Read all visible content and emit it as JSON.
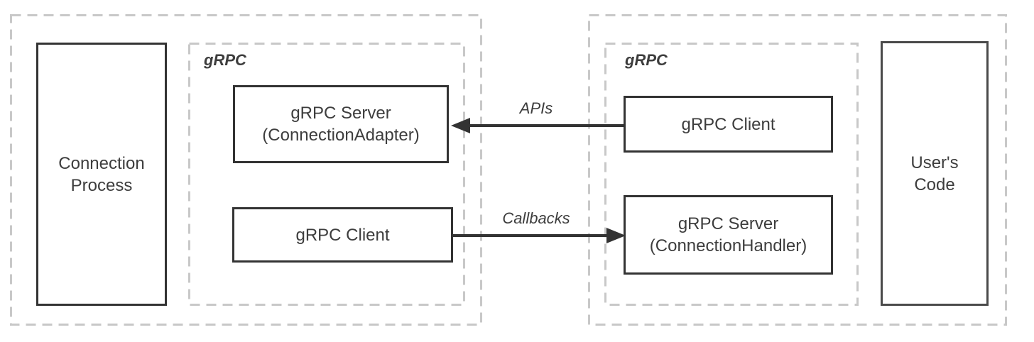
{
  "diagram": {
    "type": "architecture-diagram",
    "colors": {
      "background": "#ffffff",
      "solid_border": "#333333",
      "users_code_border": "#4a4a4a",
      "dashed_border": "#c8c8c8",
      "text": "#3d3d3d",
      "arrow": "#333333"
    },
    "groups": {
      "left_grpc": {
        "label": "gRPC"
      },
      "right_grpc": {
        "label": "gRPC"
      }
    },
    "nodes": {
      "connection_process": {
        "line1": "Connection",
        "line2": "Process"
      },
      "grpc_server_adapter": {
        "line1": "gRPC Server",
        "line2": "(ConnectionAdapter)"
      },
      "grpc_client_left": {
        "line1": "gRPC Client"
      },
      "grpc_client_right": {
        "line1": "gRPC Client"
      },
      "grpc_server_handler": {
        "line1": "gRPC Server",
        "line2": "(ConnectionHandler)"
      },
      "users_code": {
        "line1": "User's",
        "line2": "Code"
      }
    },
    "arrows": {
      "apis": {
        "label": "APIs",
        "direction": "right-to-left",
        "from": "grpc_client_right",
        "to": "grpc_server_adapter"
      },
      "callbacks": {
        "label": "Callbacks",
        "direction": "left-to-right",
        "from": "grpc_client_left",
        "to": "grpc_server_handler"
      }
    }
  }
}
